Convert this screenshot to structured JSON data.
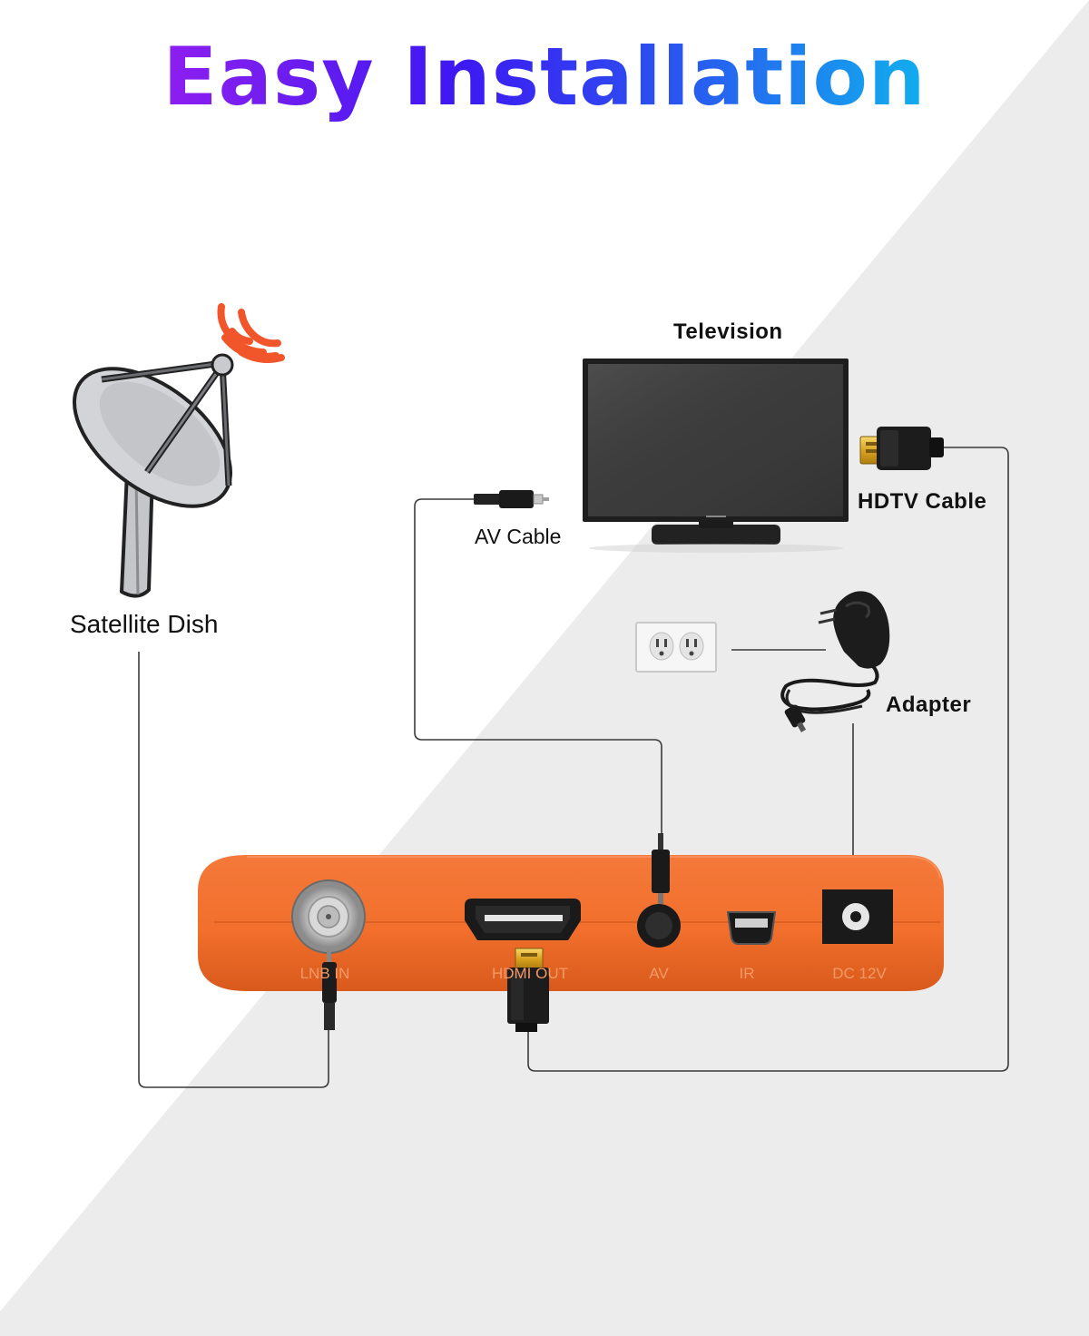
{
  "title": "Easy Installation",
  "labels": {
    "television": "Television",
    "hdtv_cable": "HDTV Cable",
    "av_cable": "AV Cable",
    "satellite_dish": "Satellite Dish",
    "adapter": "Adapter"
  },
  "ports": {
    "lnb_in": "LNB IN",
    "hdmi_out": "HDMI OUT",
    "av": "AV",
    "ir": "IR",
    "dc": "DC 12V"
  },
  "colors": {
    "receiver_body": "#f26f2c",
    "signal_waves": "#f0562a",
    "background_gray": "#ececec",
    "title_gradient_start": "#b81df0",
    "title_gradient_end": "#0ad2ee"
  }
}
